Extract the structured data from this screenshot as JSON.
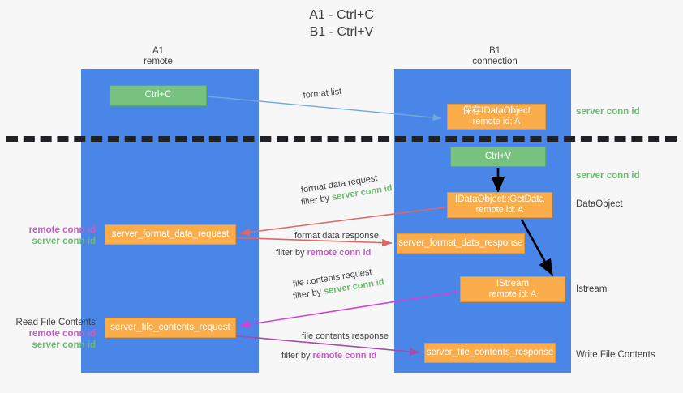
{
  "title": {
    "line1": "A1 - Ctrl+C",
    "line2": "B1 - Ctrl+V"
  },
  "lanes": [
    {
      "id": "a1",
      "name": "A1",
      "role": "remote"
    },
    {
      "id": "b1",
      "name": "B1",
      "role": "connection"
    }
  ],
  "nodes": {
    "ctrl_c": {
      "label": "Ctrl+C",
      "sub": ""
    },
    "idataobject": {
      "label": "保存IDataObject",
      "sub": "remote id: A"
    },
    "ctrl_v": {
      "label": "Ctrl+V",
      "sub": ""
    },
    "getdata": {
      "label": "IDataObject::GetData",
      "sub": "remote id: A"
    },
    "format_data_request": {
      "label": "server_format_data_request",
      "sub": ""
    },
    "format_data_response": {
      "label": "server_format_data_response",
      "sub": ""
    },
    "istream": {
      "label": "IStream",
      "sub": "remote id: A"
    },
    "file_contents_request": {
      "label": "server_file_contents_request",
      "sub": ""
    },
    "file_contents_response": {
      "label": "server_file_contents_response",
      "sub": ""
    }
  },
  "edge_labels": {
    "format_list": "format list",
    "format_data_request": "format data request",
    "format_data_request_filter_prefix": "filter by ",
    "format_data_request_filter_id": "server conn id",
    "format_data_response": "format data response",
    "format_data_response_filter_prefix": "filter by ",
    "format_data_response_filter_id": "remote conn id",
    "file_contents_request": "file contents request",
    "file_contents_request_filter_prefix": "filter by ",
    "file_contents_request_filter_id": "server conn id",
    "file_contents_response": "file contents response",
    "file_contents_response_filter_prefix": "filter by ",
    "file_contents_response_filter_id": "remote conn id"
  },
  "annotations": {
    "left_format": {
      "remote": "remote conn id",
      "server": "server conn id"
    },
    "left_file": {
      "title": "Read File Contents",
      "remote": "remote conn id",
      "server": "server conn id"
    },
    "right_server_conn_top": "server conn id",
    "right_server_conn_mid": "server conn id",
    "right_dataobject": "DataObject",
    "right_istream": "Istream",
    "right_write_file": "Write File Contents"
  },
  "colors": {
    "lane": "#4a86e8",
    "green_node": "#78c27f",
    "orange_node": "#fbad4b",
    "remote_conn_id": "#c45ec4",
    "server_conn_id": "#6aba6f",
    "arrow_blue": "#6fa8dc",
    "arrow_red": "#e06666",
    "arrow_magenta": "#d63fd6",
    "arrow_purple": "#a64ca6",
    "arrow_black": "#000000",
    "divider": "#202124",
    "background": "#f7f7f7"
  }
}
